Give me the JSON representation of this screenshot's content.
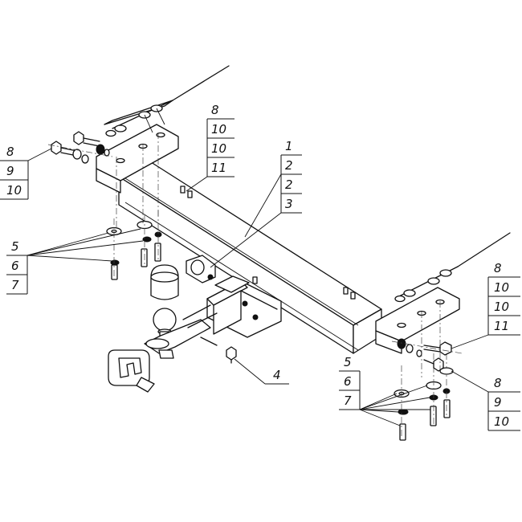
{
  "callouts": {
    "topleft": [
      "8",
      "9",
      "10"
    ],
    "topcenter": [
      "8",
      "10",
      "10",
      "11"
    ],
    "center": [
      "1",
      "2",
      "2",
      "3"
    ],
    "left_lower": [
      "5",
      "6",
      "7"
    ],
    "right_upper": [
      "8",
      "10",
      "10",
      "11"
    ],
    "right_lower": [
      "8",
      "9",
      "10"
    ],
    "bottom_right_left": [
      "5",
      "6",
      "7"
    ],
    "bolt_label": "4"
  },
  "colors": {
    "line": "#111111",
    "background": "#ffffff"
  }
}
